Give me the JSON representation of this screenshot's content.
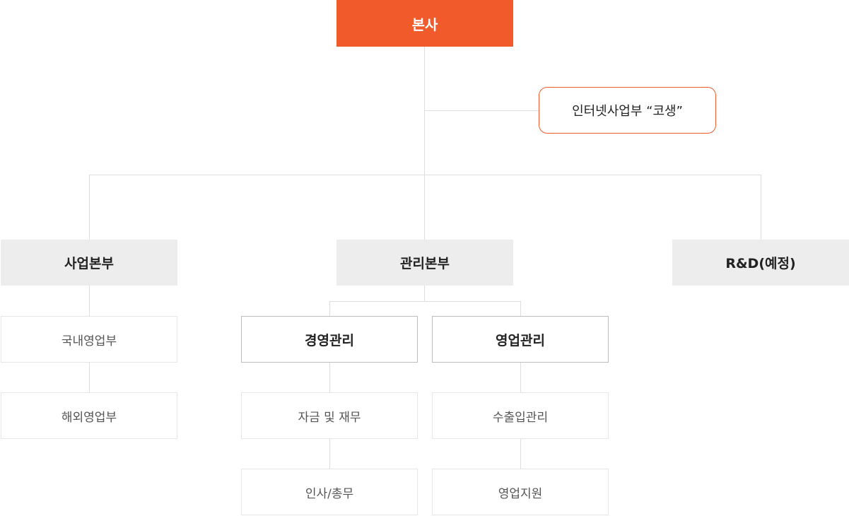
{
  "org": {
    "hq": "본사",
    "special": "인터넷사업부 “코생”",
    "divisions": {
      "business": {
        "label": "사업본부",
        "teams": [
          "국내영업부",
          "해외영업부"
        ]
      },
      "management": {
        "label": "관리본부",
        "groups": {
          "admin": {
            "label": "경영관리",
            "teams": [
              "자금 및 재무",
              "인사/총무"
            ]
          },
          "sales": {
            "label": "영업관리",
            "teams": [
              "수출입관리",
              "영업지원"
            ]
          }
        }
      },
      "rnd": {
        "label": "R&D(예정)"
      }
    }
  },
  "colors": {
    "accent": "#f15a2b",
    "division_bg": "#ededed",
    "connector": "#dddddd"
  }
}
